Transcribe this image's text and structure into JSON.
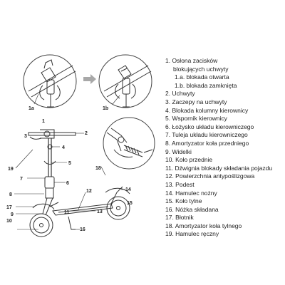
{
  "callouts": {
    "c1": "1",
    "c2": "2",
    "c3": "3",
    "c4": "4",
    "c5": "5",
    "c6": "6",
    "c7": "7",
    "c8": "8",
    "c9": "9",
    "c10": "10",
    "c11": "11",
    "c12": "12",
    "c13": "13",
    "c14": "14",
    "c15": "15",
    "c16": "16",
    "c17": "17",
    "c18": "18",
    "c19": "19",
    "c1a": "1a",
    "c1b": "1b"
  },
  "legend": [
    "1. Osłona zacisków",
    "blokujących uchwyty",
    "1.a. blokada otwarta",
    "1.b. blokada zamknięta",
    "2. Uchwyty",
    "3. Zaczepy na uchwyty",
    "4. Blokada kolumny kierownicy",
    "5. Wspornik kierownicy",
    "6. Łożysko układu kierowniczego",
    "7. Tuleja układu kierowniczego",
    "8. Amortyzator koła przedniego",
    "9. Widelki",
    "10. Koło przednie",
    "11. Dźwignia blokady składania pojazdu",
    "12. Powierzchnia antypoślizgowa",
    "13. Podest",
    "14. Hamulec nożny",
    "15. Koło tylne",
    "16. Nóżka składana",
    "17. Błotnik",
    "18. Amortyzator koła tylnego",
    "19. Hamulec ręczny"
  ],
  "colors": {
    "line": "#333333",
    "arrow": "#a8a8a8",
    "circle": "#444444"
  }
}
